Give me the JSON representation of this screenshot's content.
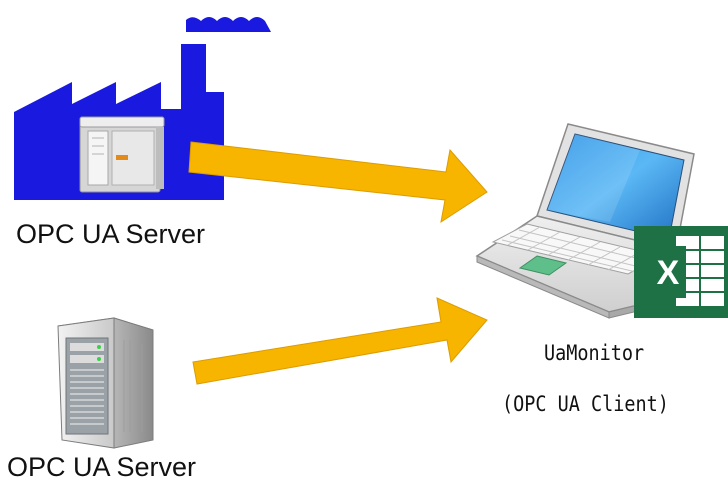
{
  "nodes": {
    "server_1": {
      "label": "OPC UA Server",
      "icon": "factory-icon"
    },
    "server_2": {
      "label": "OPC UA Server",
      "icon": "server-tower-icon"
    },
    "client": {
      "name": "UaMonitor",
      "role": "(OPC UA Client)",
      "icons": [
        "laptop-icon",
        "excel-icon"
      ]
    }
  },
  "edges": [
    {
      "from": "server_1",
      "to": "client"
    },
    {
      "from": "server_2",
      "to": "client"
    }
  ],
  "colors": {
    "factory": "#1919e0",
    "arrow": "#f7b500",
    "arrow_edge": "#dd9c00",
    "excel": "#1e7145"
  }
}
